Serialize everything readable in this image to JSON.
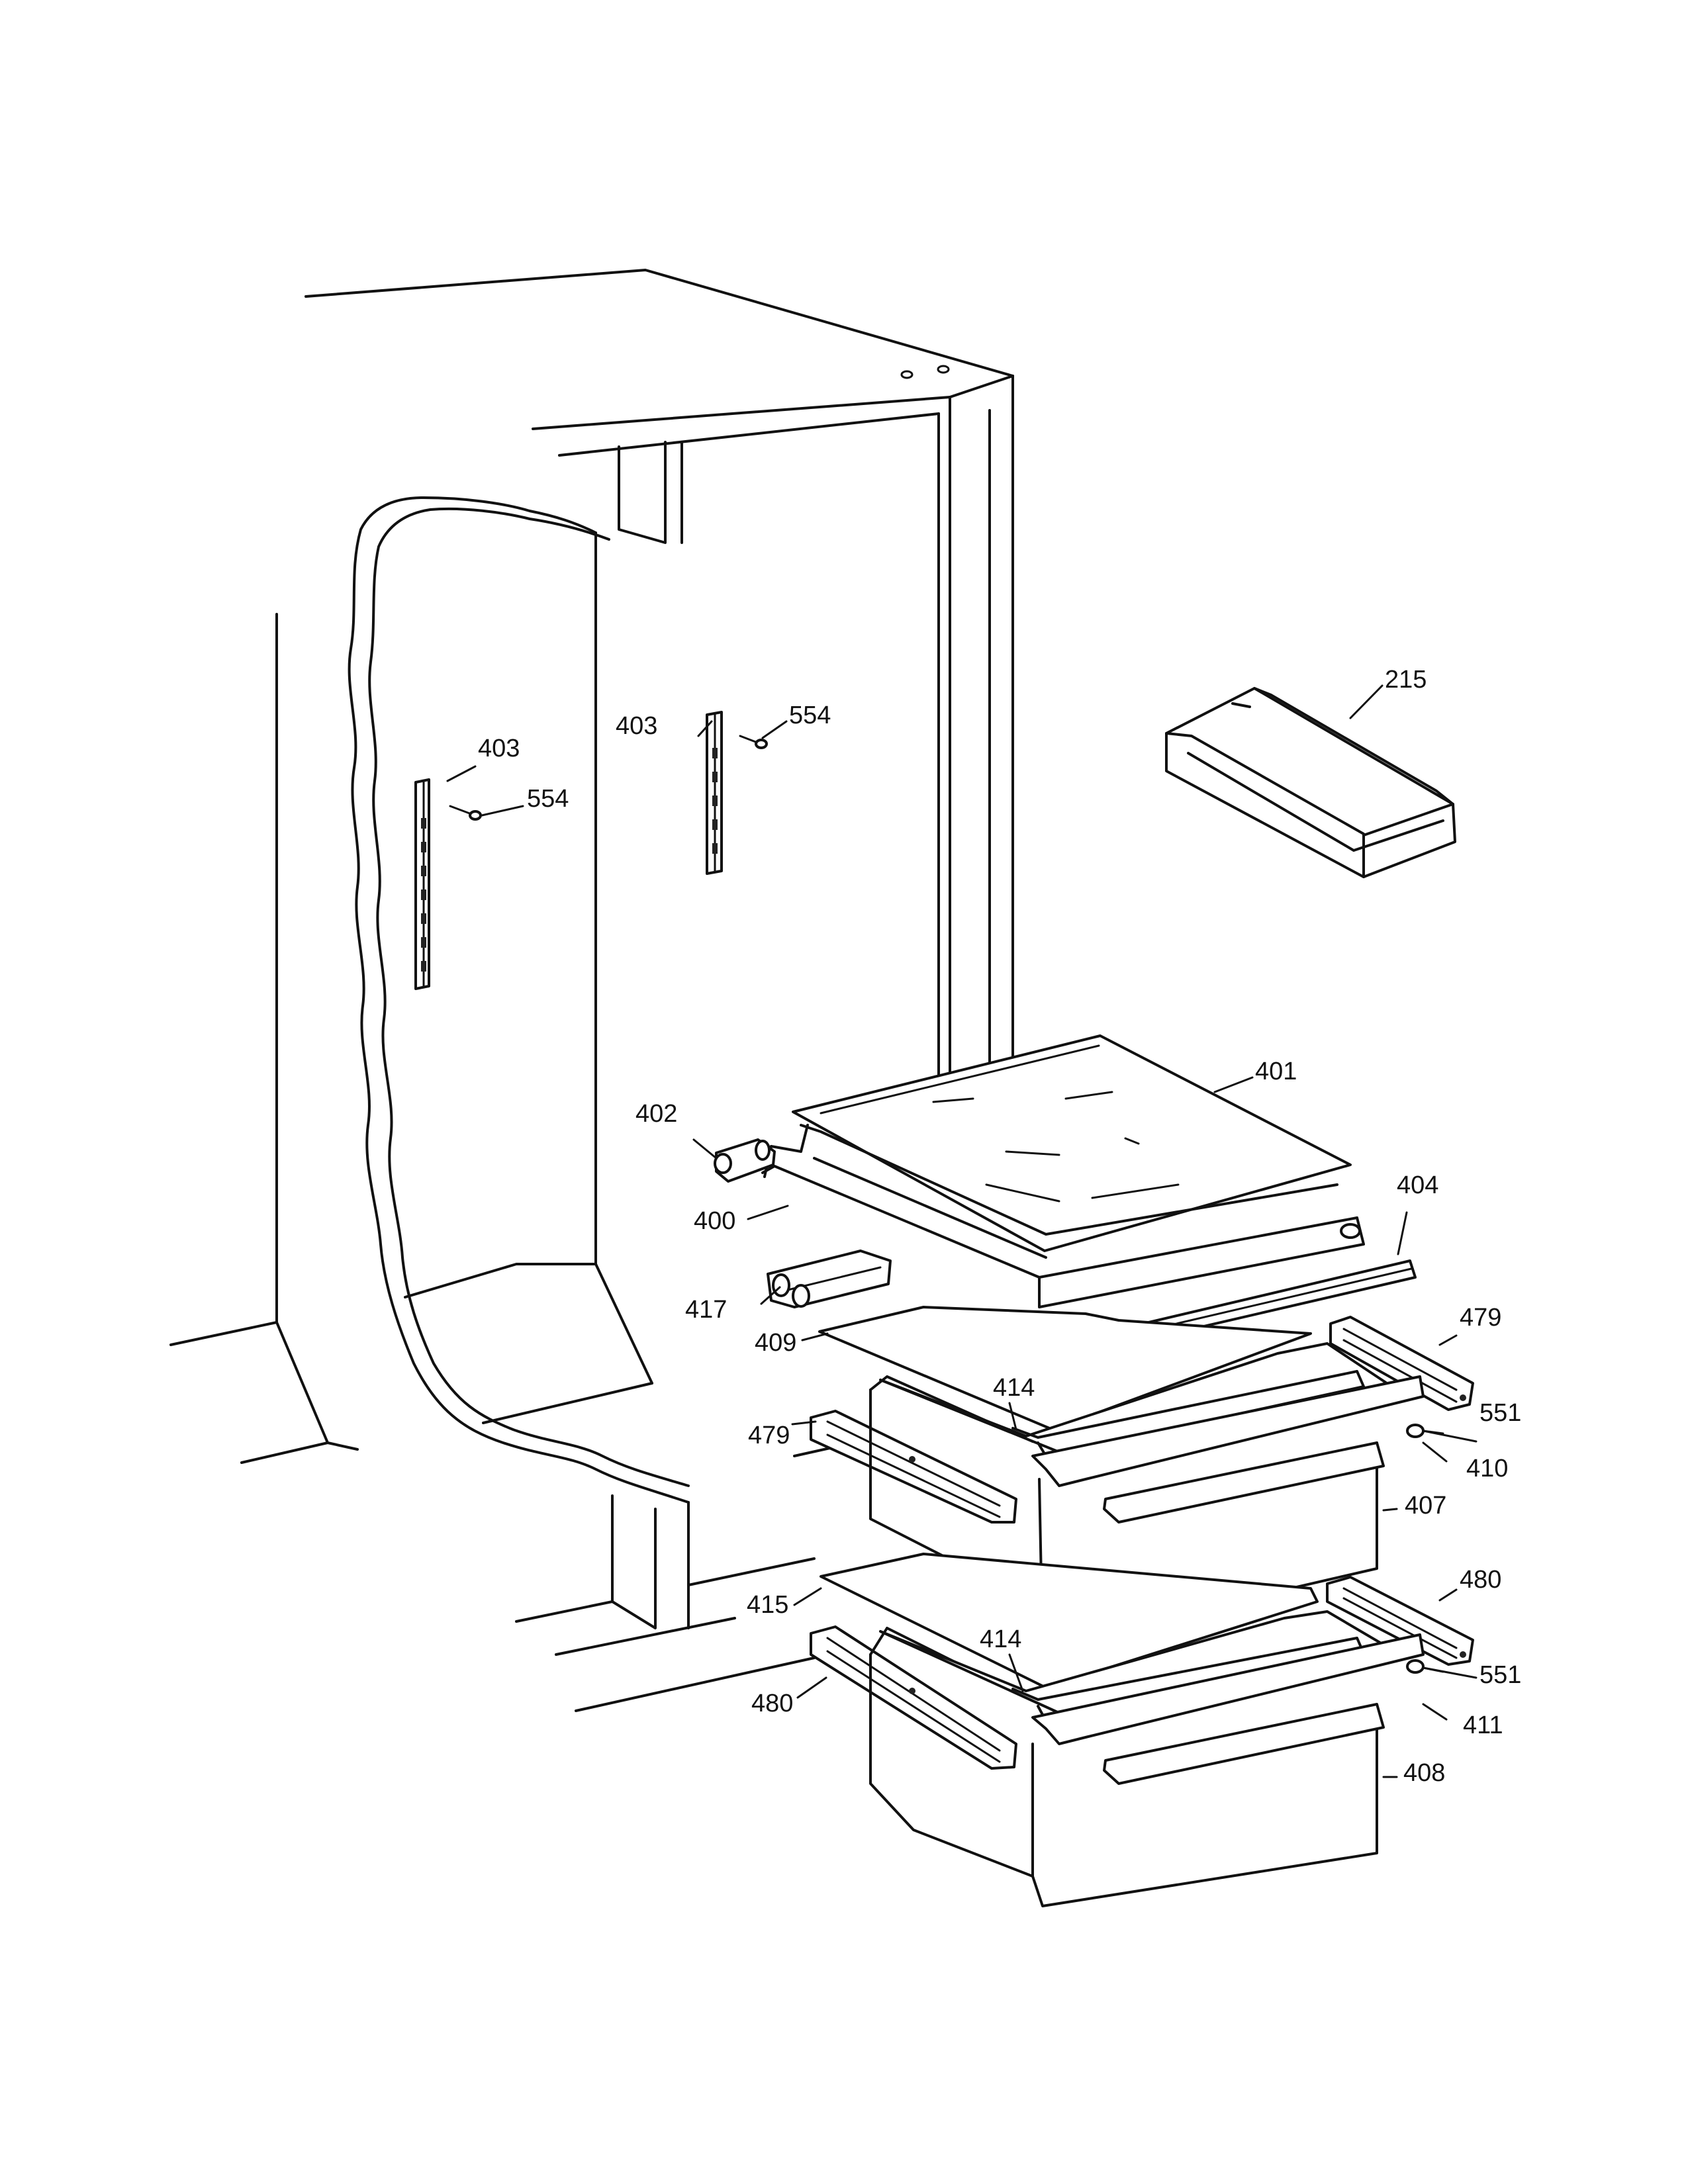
{
  "callouts": {
    "p215": "215",
    "p403a": "403",
    "p554a": "554",
    "p403b": "403",
    "p554b": "554",
    "p401": "401",
    "p402": "402",
    "p400": "400",
    "p404": "404",
    "p417": "417",
    "p409": "409",
    "p479a": "479",
    "p414a": "414",
    "p551a": "551",
    "p479b": "479",
    "p410": "410",
    "p407": "407",
    "p480a": "480",
    "p415": "415",
    "p414b": "414",
    "p551b": "551",
    "p480b": "480",
    "p411": "411",
    "p408": "408"
  }
}
